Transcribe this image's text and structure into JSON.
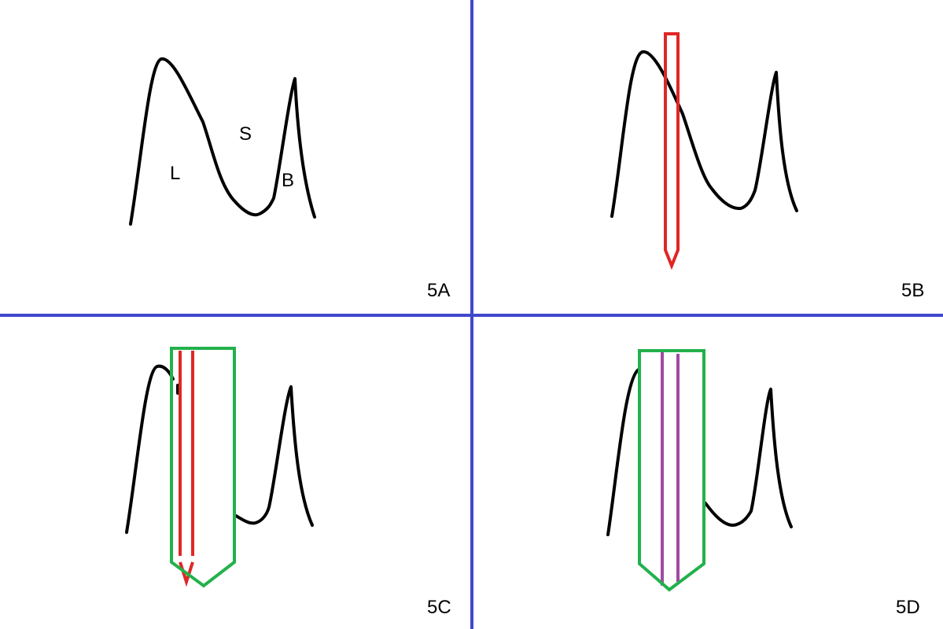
{
  "panels": [
    {
      "id": "5A",
      "label": "5A",
      "region_labels": [
        "L",
        "S",
        "B"
      ]
    },
    {
      "id": "5B",
      "label": "5B"
    },
    {
      "id": "5C",
      "label": "5C"
    },
    {
      "id": "5D",
      "label": "5D"
    }
  ],
  "colors": {
    "divider": "#3f48cc",
    "curve": "#000000",
    "red_probe": "#e02626",
    "green_probe": "#22b14c",
    "purple_lines": "#a349a4"
  }
}
